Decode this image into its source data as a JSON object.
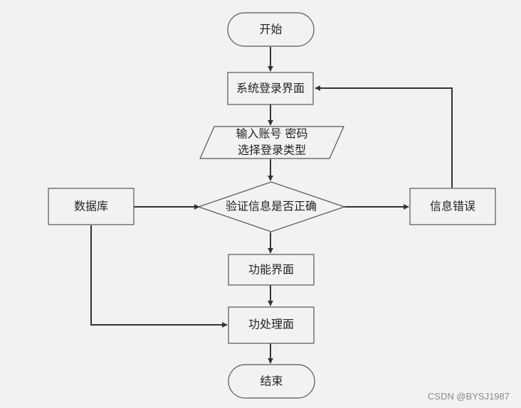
{
  "nodes": {
    "start": "开始",
    "login_screen": "系统登录界面",
    "input_line1": "输入账号 密码",
    "input_line2": "选择登录类型",
    "database": "数据库",
    "verify": "验证信息是否正确",
    "error": "信息错误",
    "function_screen": "功能界面",
    "process_screen": "功处理面",
    "end": "结束"
  },
  "watermark": "CSDN @BYSJ1987",
  "colors": {
    "background": "#f2f2f2",
    "box_fill": "#f2f2f2",
    "box_stroke": "#555555",
    "arrow": "#333333"
  }
}
